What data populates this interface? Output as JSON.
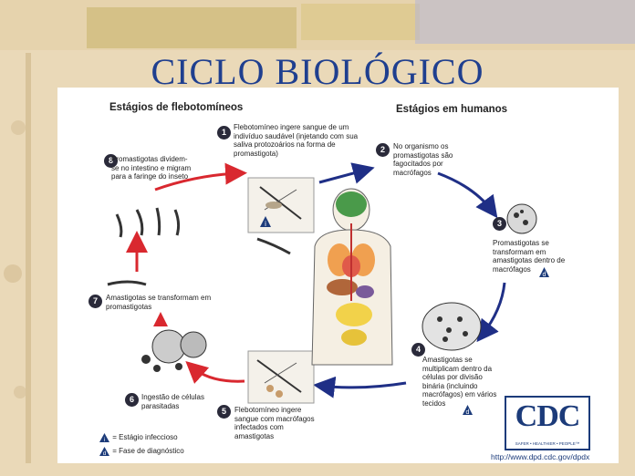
{
  "title": "CICLO BIOLÓGICO",
  "sections": {
    "sandfly": "Estágios de flebotomíneos",
    "human": "Estágios em humanos"
  },
  "steps": [
    {
      "n": "1",
      "text": "Flebotomíneo ingere sangue de um indivíduo saudável (injetando com sua saliva protozoários na forma de promastigota)"
    },
    {
      "n": "2",
      "text": "No organismo os promastigotas são fagocitados por macrófagos"
    },
    {
      "n": "3",
      "text": "Promastigotas se transformam em amastigotas dentro de macrófagos"
    },
    {
      "n": "4",
      "text": "Amastigotas se multiplicam dentro da células por divisão binária (incluindo macrófagos) em vários tecidos"
    },
    {
      "n": "5",
      "text": "Flebotomíneo ingere sangue com macrófagos infectados com amastigotas"
    },
    {
      "n": "6",
      "text": "Ingestão de células parasitadas"
    },
    {
      "n": "7",
      "text": "Amastigotas se transformam em promastigotas"
    },
    {
      "n": "8",
      "text": "Promastigotas dividem-se no intestino e migram para a faringe do inseto"
    }
  ],
  "legend": {
    "infective": {
      "mark": "i",
      "text": "= Estágio infeccioso"
    },
    "diagnostic": {
      "mark": "d",
      "text": "= Fase de diagnóstico"
    }
  },
  "badges": {
    "i": "i",
    "d": "d"
  },
  "cdc": {
    "logo": "CDC",
    "tagline": "SAFER • HEALTHIER • PEOPLE™",
    "url": "http://www.dpd.cdc.gov/dpdx"
  },
  "colors": {
    "title": "#1f3f8f",
    "red_arrow": "#d9282f",
    "blue_arrow": "#1f2f86",
    "badge": "#1c3b7a"
  }
}
